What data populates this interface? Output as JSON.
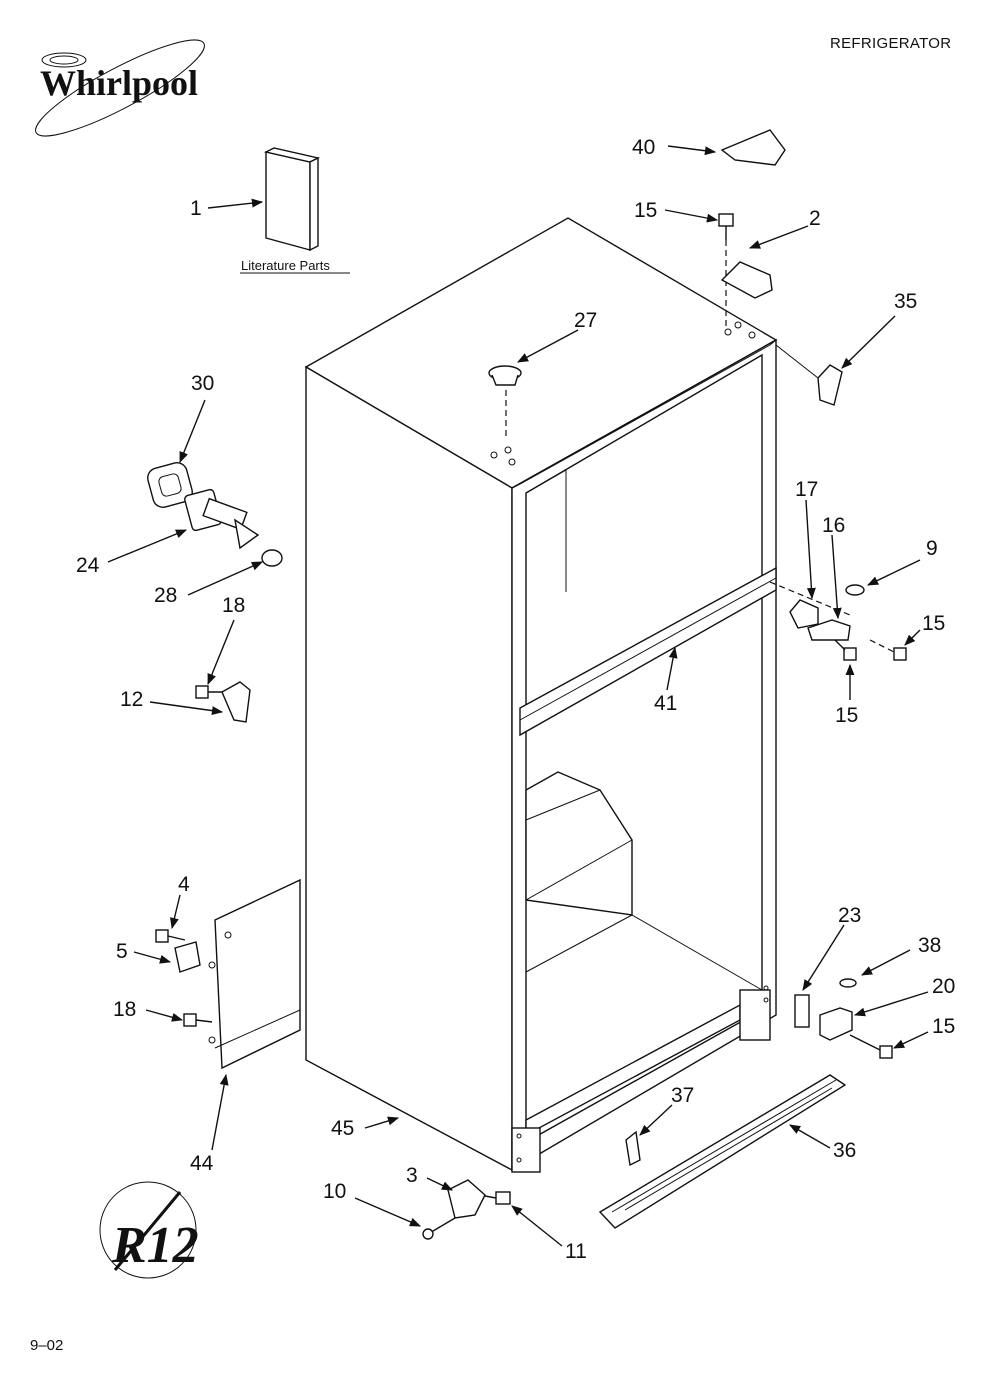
{
  "header": {
    "title": "REFRIGERATOR",
    "brand": "Whirlpool",
    "date_code": "9–02"
  },
  "literature_caption": "Literature Parts",
  "r12_badge": "R12",
  "part_labels": {
    "p1": "1",
    "p2": "2",
    "p3": "3",
    "p4": "4",
    "p5": "5",
    "p9": "9",
    "p10": "10",
    "p11": "11",
    "p12": "12",
    "p15a": "15",
    "p15b": "15",
    "p15c": "15",
    "p15d": "15",
    "p16": "16",
    "p17": "17",
    "p18a": "18",
    "p18b": "18",
    "p20": "20",
    "p23": "23",
    "p24": "24",
    "p27": "27",
    "p28": "28",
    "p30": "30",
    "p35": "35",
    "p36": "36",
    "p37": "37",
    "p38": "38",
    "p40": "40",
    "p41": "41",
    "p44": "44",
    "p45": "45"
  }
}
